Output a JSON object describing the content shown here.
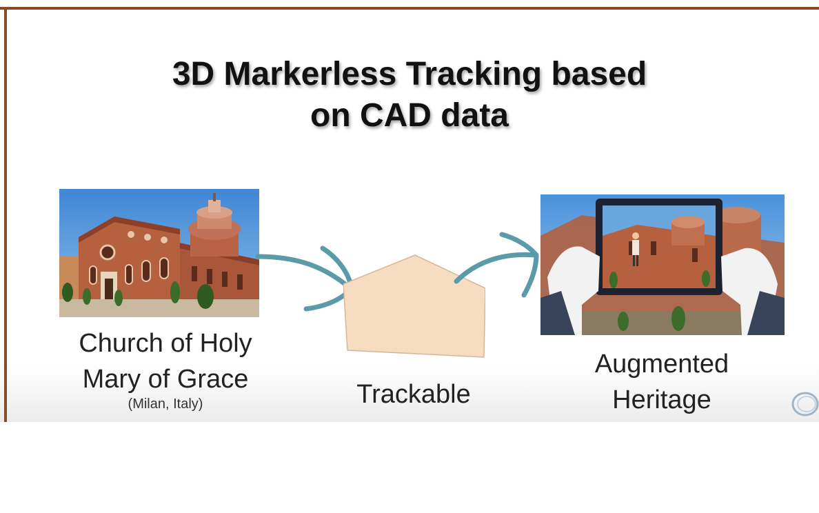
{
  "slide": {
    "title_line1": "3D Markerless Tracking based",
    "title_line2": "on CAD data"
  },
  "church": {
    "label_line1": "Church of Holy",
    "label_line2": "Mary of Grace",
    "sublabel": "(Milan, Italy)",
    "image_description": "church-photo"
  },
  "trackable": {
    "label": "Trackable"
  },
  "augmented": {
    "label_line1": "Augmented",
    "label_line2": "Heritage",
    "image_description": "augmented-heritage-photo"
  },
  "colors": {
    "border": "#8a4a22",
    "arrow": "#5b9aa8",
    "house_fill": "#f6dcc0",
    "brick": "#b05a3a",
    "sky": "#5a9ad8"
  },
  "icons": [
    "church-photo",
    "house-icon",
    "arrow-icon",
    "tablet-photo",
    "logo-icon"
  ]
}
